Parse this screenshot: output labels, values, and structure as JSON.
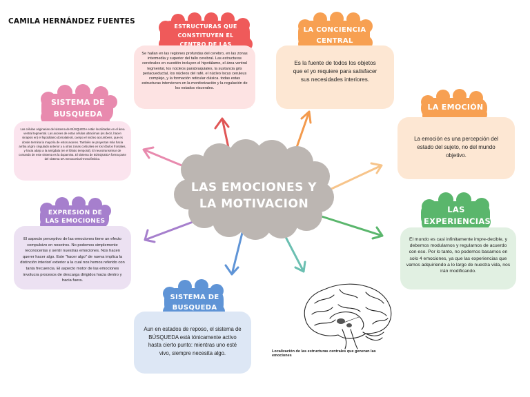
{
  "author": "CAMILA HERNÁNDEZ FUENTES",
  "center_title": "LAS EMOCIONES Y LA MOTIVACION",
  "colors": {
    "center": "#bcb6b2",
    "red_label": "#ef5a5a",
    "red_box": "#fde3e3",
    "orange_label": "#f7a052",
    "orange_box": "#fde7d3",
    "pink_label": "#e88aae",
    "pink_box": "#fbe4ee",
    "purple_label": "#a67fcd",
    "purple_box": "#ece1f2",
    "blue_label": "#5f94d6",
    "blue_box": "#dde7f5",
    "green_label": "#5ab66c",
    "green_box": "#e1f0e2"
  },
  "nodes": {
    "estructuras": {
      "label": "ESTRUCTURAS QUE CONSTITUYEN EL CENTRO DE LAS EMOCIONES",
      "text": "Se hallan en las regiones profundas del cerebro, en las zonas intermedia y superior del tallo cerebral. Las estructuras cerebrales en cuestión incluyen el hipotálamo, el área ventral tegmental, los núcleos parabraquiales, la sustancia gris periacueductal, los núcleos del rafé, el núcleo locus ceruleus complejo, y la formación reticular clásica. todas estas estructuras intervienen en la monitorización y la regulación de los estados viscerales."
    },
    "conciencia": {
      "label": "LA CONCIENCIA CENTRAL",
      "text": "Es la fuente de todos los objetos que el yo requiere para satisfacer sus necesidades interiores."
    },
    "emocion": {
      "label": "LA EMOCIÓN",
      "text": "La emoción es una percepción del estado del sujeto, no del mundo objetivo."
    },
    "experiencias": {
      "label": "LAS EXPERIENCIAS",
      "text": "El mundo es casi infinitamente impre-decible, y debemos modularnos y regularnos de acuerdo con eso. Por lo tanto, no podemos basarnos en solo 4 emociones, ya que las experiencias que vamos adquiriendo a lo largo de nuestra vida, nos irán modificando."
    },
    "sistema_top": {
      "label": "SISTEMA DE BUSQUEDA",
      "text": "Las células originarias del sistema de BÚSQUEDA están localizadas en el área ventral tegmental. Las axones de estas células ultraciman (es decir, hacen sinapsis en) el hipotálamo dorsolateral, cuerpo el núcleo accumbens, que es donde termina la mayoría de estos axones. También se proyectan más hacia arriba al giro cingulado anterior y a otras zonas corticales en los lóbulos frontales, y hacia abajo a la amígdala (en el lóbulo temporal). El neurotransmisor de comando de este sistema es la dopamina. El sistema de BÚSQUEDA forma parte del sistema DA mesocortical-mesolímbico."
    },
    "expresion": {
      "label": "EXPRESION DE LAS EMOCIONES",
      "text": "El aspecto perceptivo de las emociones tiene un efecto compulsivo en nosotros. No podemos simplemente reconocerlas y sentir nuestras emociones. Nos hacen querer hacer algo. Este \"hacer algo\" de nueva implica la distinción interior/ exterior a la cual nos hemos referido con tanta frecuencia. El aspecto motor de las emociones involucra procesos de descarga dirigidos hacia dentro y hacia fuera."
    },
    "sistema_bottom": {
      "label": "SISTEMA DE BUSQUEDA",
      "text": "Aun en estados de reposo, el sistema de BÚSQUEDA está tónicamente activo hasta cierto punto: mientras uno esté vivo, siempre necesita algo."
    }
  },
  "brain_caption": "Localización de las estructuras centrales que generan las emociones"
}
